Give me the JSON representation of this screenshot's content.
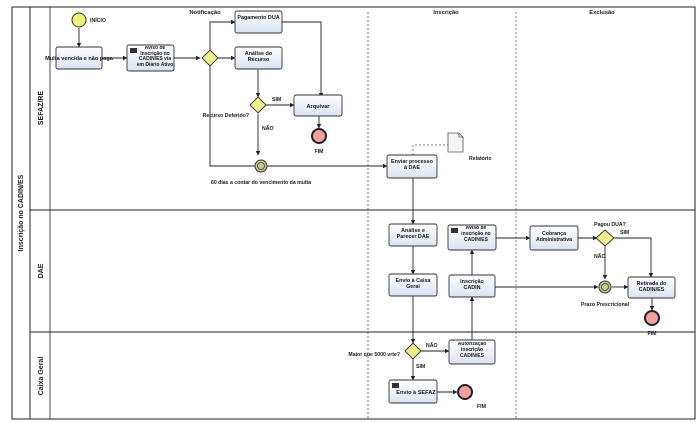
{
  "pool": {
    "label": "Inscrição no CADIN/ES"
  },
  "lanes": [
    {
      "id": "sefaz",
      "label": "SEFAZ/RE"
    },
    {
      "id": "dae",
      "label": "DAE"
    },
    {
      "id": "caixa",
      "label": "Caixa Geral"
    }
  ],
  "phases": [
    {
      "label": "Notificação"
    },
    {
      "label": "Inscrição"
    },
    {
      "label": "Exclusão"
    }
  ],
  "events": {
    "start": "INÍCIO",
    "end1": "FIM",
    "end2": "FIM",
    "end3": "FIM",
    "timer1": "60 dias a contar do vencimento da multa",
    "timer2": "Prazo Prescricional"
  },
  "tasks": {
    "t1": "Multa vencida e não paga",
    "t2": "Aviso de inscrição no CADIN/ES via em Diário Ativo",
    "t3": "Pagamento DUA",
    "t4": "Análise do Recurso",
    "t5": "Arquivar",
    "t6": "Enviar processo à DAE",
    "t7": "Análise e Parecer DAE",
    "t8": "Aviso de inscrição no CADIN/ES",
    "t9": "Cobrança Administrativa",
    "t10": "Envio à Caixa Geral",
    "t11": "Inscrição CADIN",
    "t12": "Retirada do CADIN/ES",
    "t13": "Autorização inscrição CADIN/ES",
    "t14": "Envio à SEFAZ"
  },
  "gateways": {
    "g2": "Recurso Deferido?",
    "g3": "Maior que 5000 vrte?",
    "g4": "Pagou DUA?"
  },
  "flow_labels": {
    "sim1": "SIM",
    "nao1": "NÃO",
    "nao2": "NÃO",
    "sim2": "SIM",
    "sim3": "SIM",
    "nao3": "NÃO"
  },
  "artifact": {
    "label": "Relatório"
  }
}
